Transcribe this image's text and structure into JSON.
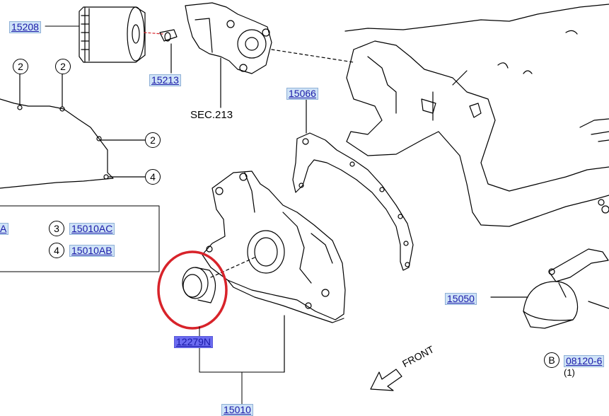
{
  "parts": {
    "p15208": "15208",
    "p15213": "15213",
    "p15066": "15066",
    "p15050": "15050",
    "p12279n": "12279N",
    "p15010ac": "15010AC",
    "p15010ab": "15010AB",
    "p08120": "08120-6",
    "p15010_bottom": "15010",
    "legend_a_suffix": "A"
  },
  "texts": {
    "sec213": "SEC.213",
    "front": "FRONT",
    "qty_b": "(1)"
  },
  "callouts": {
    "c2a": "2",
    "c2b": "2",
    "c2c": "2",
    "c4a": "4",
    "c3": "3",
    "c4b": "4",
    "cb": "B"
  },
  "colors": {
    "highlight_ring": "#d8232a",
    "link_blue": "#1a1aa8",
    "selected_fill": "#6b6bf0",
    "label_fill": "#cfe3f7"
  }
}
